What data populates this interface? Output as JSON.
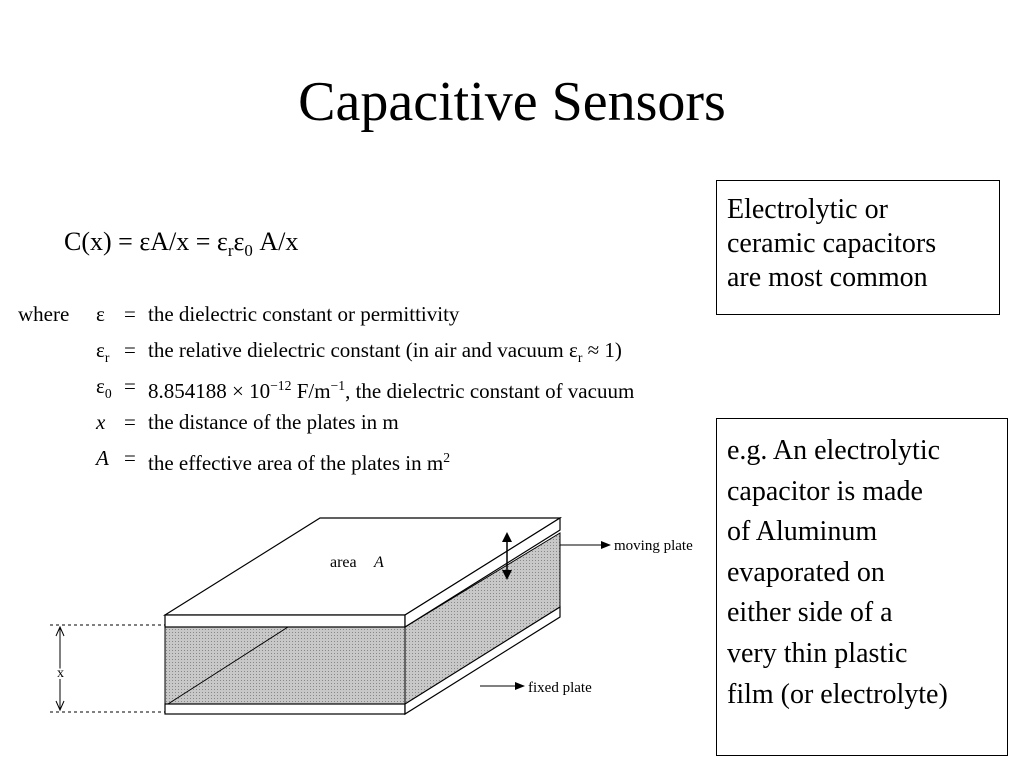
{
  "slide": {
    "title": "Capacitive Sensors"
  },
  "formula": {
    "lhs": "C(x) = εA/x = ε",
    "r_sub": "r",
    "mid": "ε",
    "zero_sub": "0",
    "rhs": " A/x"
  },
  "definitions": {
    "where": "where",
    "eq": "=",
    "rows": [
      {
        "symbol": "ε",
        "symbol_sub": "",
        "text": "the dielectric constant or permittivity"
      },
      {
        "symbol": "ε",
        "symbol_sub": "r",
        "text": "the relative dielectric constant (in air and vacuum ε",
        "text_sub": "r",
        "text_tail": " ≈ 1)"
      },
      {
        "symbol": "ε",
        "symbol_sub": "0",
        "text": "8.854188 × 10",
        "text_sup": "−12",
        "text_tail": " F/m",
        "text_sup2": "−1",
        "text_tail2": ", the dielectric constant of vacuum"
      },
      {
        "symbol": "x",
        "symbol_sub": "",
        "text": "the distance of the plates in m"
      },
      {
        "symbol": "A",
        "symbol_sub": "",
        "text": "the effective area of the plates in m",
        "text_sup": "2"
      }
    ]
  },
  "notes": {
    "box1": [
      "Electrolytic or",
      "ceramic capacitors",
      "are most common"
    ],
    "box2": [
      "e.g. An electrolytic",
      "capacitor is made",
      "of Aluminum",
      "evaporated on",
      "either side of a",
      "very thin plastic",
      "film (or electrolyte)"
    ]
  },
  "diagram": {
    "area_label": "area",
    "area_symbol": "A",
    "moving_plate_label": "moving plate",
    "fixed_plate_label": "fixed plate",
    "x_label": "x"
  }
}
